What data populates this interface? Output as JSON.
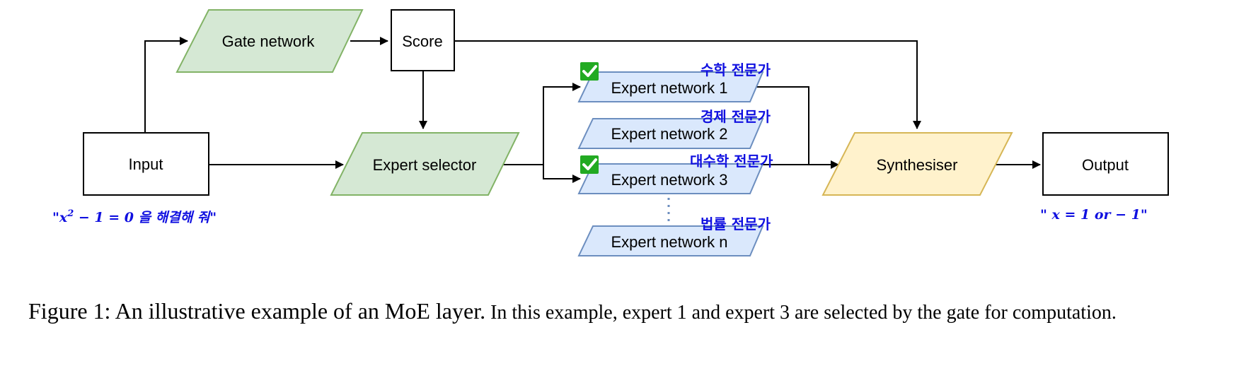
{
  "nodes": {
    "gate": "Gate network",
    "score": "Score",
    "input": "Input",
    "selector": "Expert selector",
    "expert1": "Expert network 1",
    "expert2": "Expert network 2",
    "expert3": "Expert network 3",
    "expertn": "Expert network n",
    "synth": "Synthesiser",
    "output": "Output"
  },
  "labels": {
    "math": "수학 전문가",
    "econ": "경제 전문가",
    "algebra": "대수학 전문가",
    "law": "법률 전문가"
  },
  "input_example": {
    "open": "\"",
    "x": "x",
    "sup": "2",
    "rest": " − 1 = 0 을 해결해 줘\""
  },
  "output_example": "\" x = 1 or − 1\"",
  "selected_marks": [
    "expert1",
    "expert3"
  ],
  "colors": {
    "green_fill": "#d5e8d4",
    "green_stroke": "#82b366",
    "blue_fill": "#dae8fc",
    "blue_stroke": "#6c8ebf",
    "yellow_fill": "#fff2cc",
    "yellow_stroke": "#d6b656",
    "check": "#22aa22",
    "annotation": "#1010e0"
  },
  "caption": {
    "lead": "Figure 1: An illustrative example of an MoE layer.",
    "rest": " In this example, expert 1 and expert 3 are selected by the gate for computation."
  }
}
